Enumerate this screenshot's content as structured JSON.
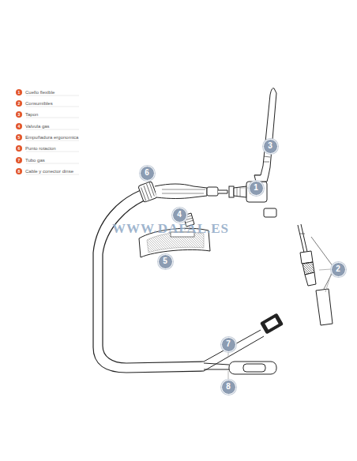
{
  "diagram": {
    "nodes": [
      {
        "text": [
          "1",
          "Cuello flexible"
        ]
      },
      {
        "text": [
          "2",
          "Consumibles"
        ]
      },
      {
        "text": [
          "3",
          "Tapon"
        ]
      },
      {
        "text": [
          "4",
          "Valvula gas"
        ]
      },
      {
        "text": [
          "5",
          "Empuñadura ergonomica"
        ]
      },
      {
        "text": [
          "6",
          "Punto rotacion"
        ]
      },
      {
        "text": [
          "7",
          "Tubo gas"
        ]
      },
      {
        "text": [
          "8",
          "Cable y conector dinse"
        ]
      },
      {
        "text": [
          "3"
        ]
      },
      {
        "text": [
          "6"
        ]
      },
      {
        "text": [
          "1"
        ]
      },
      {
        "text": [
          "4"
        ]
      },
      {
        "text": [
          "5"
        ]
      },
      {
        "text": [
          "2"
        ]
      },
      {
        "text": [
          "7"
        ]
      },
      {
        "text": [
          "8"
        ]
      }
    ],
    "labels": [
      "WWW.DAFAL.ES"
    ]
  }
}
